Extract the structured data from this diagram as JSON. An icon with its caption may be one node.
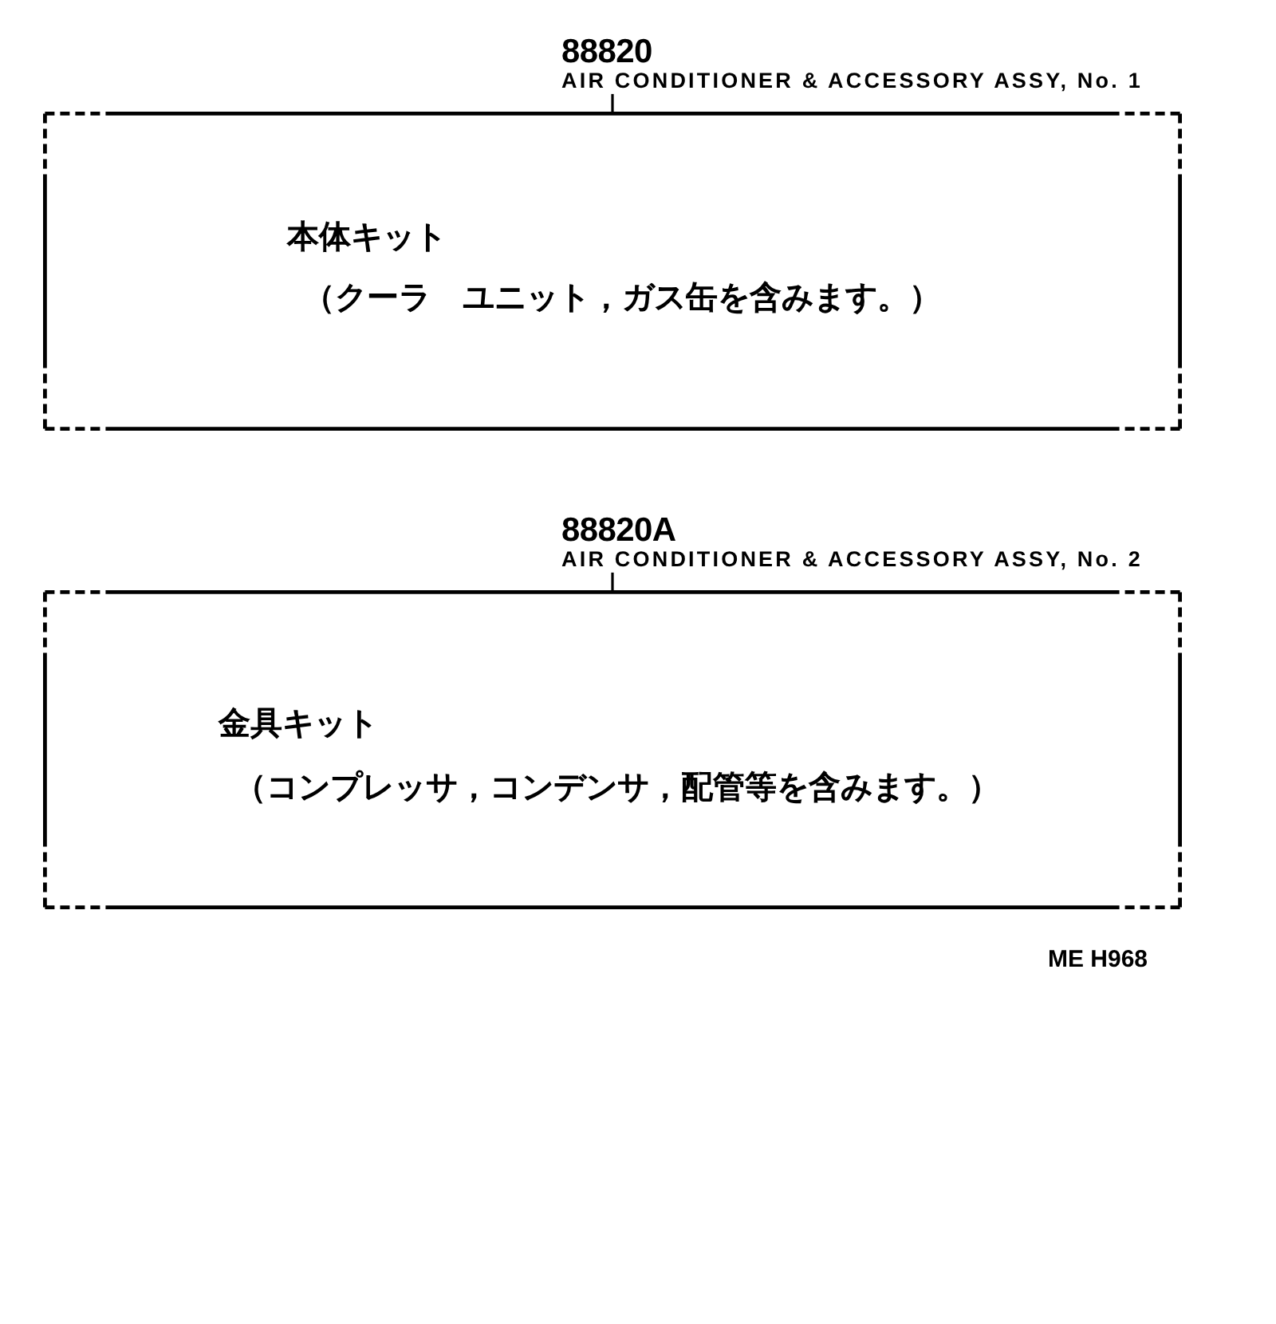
{
  "diagram": {
    "nodes": [
      {
        "text": [
          "88820",
          "AIR CONDITIONER & ACCESSORY ASSY, No. 1"
        ]
      },
      {
        "text": [
          "本体キット",
          "（クーラ　ユニット，ガス缶を含みます。）"
        ]
      },
      {
        "text": [
          "88820A",
          "AIR CONDITIONER & ACCESSORY ASSY, No. 2"
        ]
      },
      {
        "text": [
          "金具キット",
          "（コンプレッサ，コンデンサ，配管等を含みます。）"
        ]
      }
    ],
    "edges": [
      {
        "from": 0,
        "to": 1,
        "arrow": "none"
      },
      {
        "from": 2,
        "to": 3,
        "arrow": "none"
      }
    ],
    "labels": [
      "ME H968"
    ]
  }
}
